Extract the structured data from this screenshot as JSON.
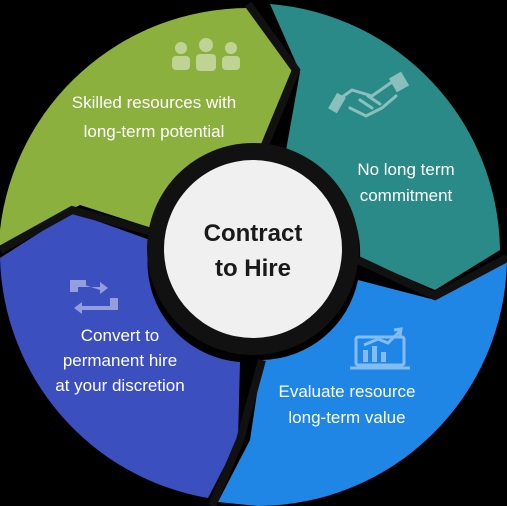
{
  "center": {
    "line1": "Contract",
    "line2": "to Hire"
  },
  "segments": [
    {
      "id": "top-left",
      "line1": "Skilled resources with",
      "line2": "long-term potential",
      "color": "#8bb03d",
      "icon": "team-icon"
    },
    {
      "id": "top-right",
      "line1": "No long term",
      "line2": "commitment",
      "color": "#2a8a88",
      "icon": "handshake-icon"
    },
    {
      "id": "bottom-right",
      "line1": "Evaluate resource",
      "line2": "long-term value",
      "color": "#1f86e6",
      "icon": "analytics-monitor-icon"
    },
    {
      "id": "bottom-left",
      "line1": "Convert to",
      "line2": "permanent hire",
      "line3": "at your discretion",
      "color": "#3b4fbf",
      "icon": "swap-arrows-icon"
    }
  ],
  "colors": {
    "background": "#000000",
    "center_fill": "#f0f0f0",
    "ring_border": "#111111"
  }
}
